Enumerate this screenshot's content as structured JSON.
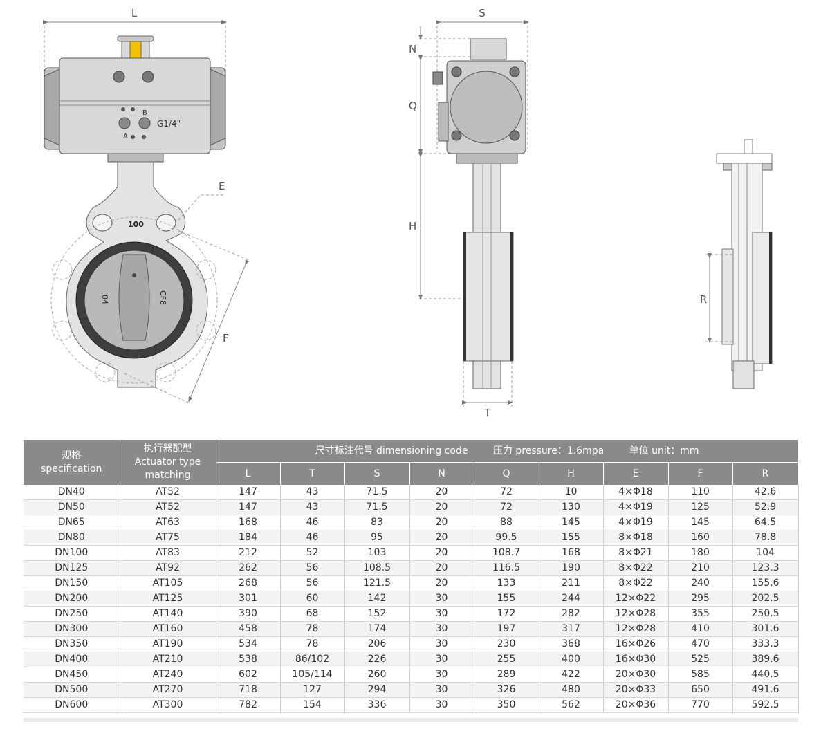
{
  "dimension_labels": {
    "L": "L",
    "S": "S",
    "N": "N",
    "Q": "Q",
    "H": "H",
    "E": "E",
    "F": "F",
    "T": "T",
    "R": "R"
  },
  "valve_marks": {
    "size_mark": "100",
    "disc_left": "04",
    "disc_right": "CF8",
    "port_a": "A",
    "port_b": "B",
    "thread": "G1/4\""
  },
  "table": {
    "header": {
      "spec_cn": "规格",
      "spec_en": "specification",
      "actuator_cn": "执行器配型",
      "actuator_en": "Actuator type",
      "actuator_en2": "matching",
      "dim_code": "尺寸标注代号 dimensioning code",
      "pressure": "压力 pressure：1.6mpa",
      "unit": "单位 unit：mm"
    },
    "columns": [
      "L",
      "T",
      "S",
      "N",
      "Q",
      "H",
      "E",
      "F",
      "R"
    ],
    "rows": [
      [
        "DN40",
        "AT52",
        "147",
        "43",
        "71.5",
        "20",
        "72",
        "10",
        "4×Φ18",
        "110",
        "42.6"
      ],
      [
        "DN50",
        "AT52",
        "147",
        "43",
        "71.5",
        "20",
        "72",
        "130",
        "4×Φ19",
        "125",
        "52.9"
      ],
      [
        "DN65",
        "AT63",
        "168",
        "46",
        "83",
        "20",
        "88",
        "145",
        "4×Φ19",
        "145",
        "64.5"
      ],
      [
        "DN80",
        "AT75",
        "184",
        "46",
        "95",
        "20",
        "99.5",
        "155",
        "8×Φ18",
        "160",
        "78.8"
      ],
      [
        "DN100",
        "AT83",
        "212",
        "52",
        "103",
        "20",
        "108.7",
        "168",
        "8×Φ21",
        "180",
        "104"
      ],
      [
        "DN125",
        "AT92",
        "262",
        "56",
        "108.5",
        "20",
        "116.5",
        "190",
        "8×Φ22",
        "210",
        "123.3"
      ],
      [
        "DN150",
        "AT105",
        "268",
        "56",
        "121.5",
        "20",
        "133",
        "211",
        "8×Φ22",
        "240",
        "155.6"
      ],
      [
        "DN200",
        "AT125",
        "301",
        "60",
        "142",
        "30",
        "155",
        "244",
        "12×Φ22",
        "295",
        "202.5"
      ],
      [
        "DN250",
        "AT140",
        "390",
        "68",
        "152",
        "30",
        "172",
        "282",
        "12×Φ28",
        "355",
        "250.5"
      ],
      [
        "DN300",
        "AT160",
        "458",
        "78",
        "174",
        "30",
        "197",
        "317",
        "12×Φ28",
        "410",
        "301.6"
      ],
      [
        "DN350",
        "AT190",
        "534",
        "78",
        "206",
        "30",
        "230",
        "368",
        "16×Φ26",
        "470",
        "333.3"
      ],
      [
        "DN400",
        "AT210",
        "538",
        "86/102",
        "226",
        "30",
        "255",
        "400",
        "16×Φ30",
        "525",
        "389.6"
      ],
      [
        "DN450",
        "AT240",
        "602",
        "105/114",
        "260",
        "30",
        "289",
        "422",
        "20×Φ30",
        "585",
        "440.5"
      ],
      [
        "DN500",
        "AT270",
        "718",
        "127",
        "294",
        "30",
        "326",
        "480",
        "20×Φ33",
        "650",
        "491.6"
      ],
      [
        "DN600",
        "AT300",
        "782",
        "154",
        "336",
        "30",
        "350",
        "562",
        "20×Φ36",
        "770",
        "592.5"
      ]
    ]
  }
}
